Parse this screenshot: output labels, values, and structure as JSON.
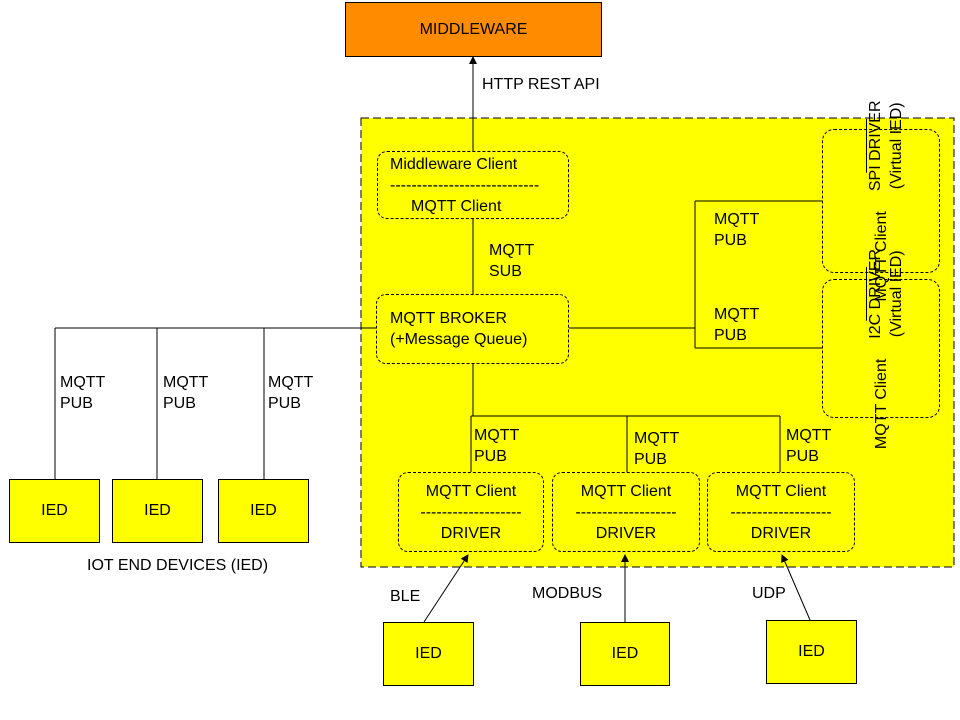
{
  "middleware": {
    "label": "MIDDLEWARE",
    "fill": "#ff8c00"
  },
  "gateway": {
    "fill": "#ffff00"
  },
  "http_label": "HTTP REST API",
  "middleware_client": {
    "line1": "Middleware Client",
    "separator": "----------------------------",
    "line2": "MQTT Client"
  },
  "broker": {
    "line1": "MQTT BROKER",
    "line2": "(+Message Queue)"
  },
  "sub_label": {
    "line1": "MQTT",
    "line2": "SUB"
  },
  "spi_driver": {
    "client": "MQTT Client",
    "separator": "______",
    "line1": "SPI  DRIVER",
    "line2": "(Virtual IED)"
  },
  "i2c_driver": {
    "client": "MQTT Client",
    "separator": "______",
    "line1": "I2C DRIVER",
    "line2": "(Virtual IED)"
  },
  "virtual_pub_labels": [
    {
      "line1": "MQTT",
      "line2": "PUB"
    },
    {
      "line1": "MQTT",
      "line2": "PUB"
    }
  ],
  "left_pub_labels": [
    {
      "line1": "MQTT",
      "line2": "PUB"
    },
    {
      "line1": "MQTT",
      "line2": "PUB"
    },
    {
      "line1": "MQTT",
      "line2": "PUB"
    }
  ],
  "left_ieds": [
    "IED",
    "IED",
    "IED"
  ],
  "left_caption": "IOT END DEVICES (IED)",
  "driver_pub_labels": [
    {
      "line1": "MQTT",
      "line2": "PUB"
    },
    {
      "line1": "MQTT",
      "line2": "PUB"
    },
    {
      "line1": "MQTT",
      "line2": "PUB"
    }
  ],
  "drivers": [
    {
      "client": "MQTT Client",
      "separator": "-------------------",
      "driver": "DRIVER"
    },
    {
      "client": "MQTT Client",
      "separator": "-------------------",
      "driver": "DRIVER"
    },
    {
      "client": "MQTT Client",
      "separator": "-------------------",
      "driver": "DRIVER"
    }
  ],
  "protocols": [
    "BLE",
    "MODBUS",
    "UDP"
  ],
  "bottom_ieds": [
    "IED",
    "IED",
    "IED"
  ]
}
